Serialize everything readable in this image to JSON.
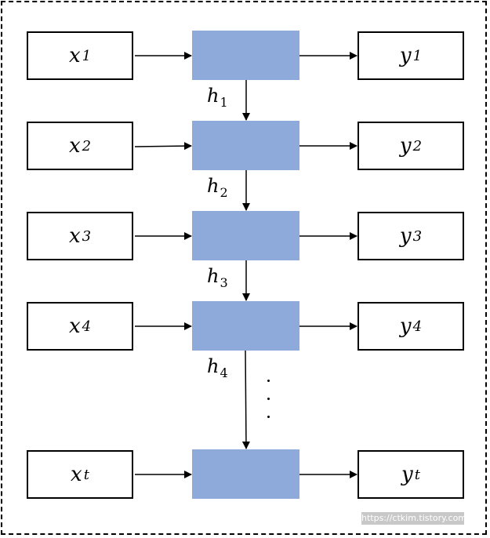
{
  "rows": [
    {
      "x_base": "x",
      "x_sub": "1",
      "y_base": "y",
      "y_sub": "1"
    },
    {
      "x_base": "x",
      "x_sub": "2",
      "y_base": "y",
      "y_sub": "2"
    },
    {
      "x_base": "x",
      "x_sub": "3",
      "y_base": "y",
      "y_sub": "3"
    },
    {
      "x_base": "x",
      "x_sub": "4",
      "y_base": "y",
      "y_sub": "4"
    },
    {
      "x_base": "x",
      "x_sub": "t",
      "y_base": "y",
      "y_sub": "t"
    }
  ],
  "hidden_states": [
    {
      "base": "h",
      "sub": "1"
    },
    {
      "base": "h",
      "sub": "2"
    },
    {
      "base": "h",
      "sub": "3"
    },
    {
      "base": "h",
      "sub": "4"
    }
  ],
  "colors": {
    "cell_fill": "#8eaadb",
    "stroke": "#000000"
  },
  "watermark": "https://ctkim.tistory.com"
}
